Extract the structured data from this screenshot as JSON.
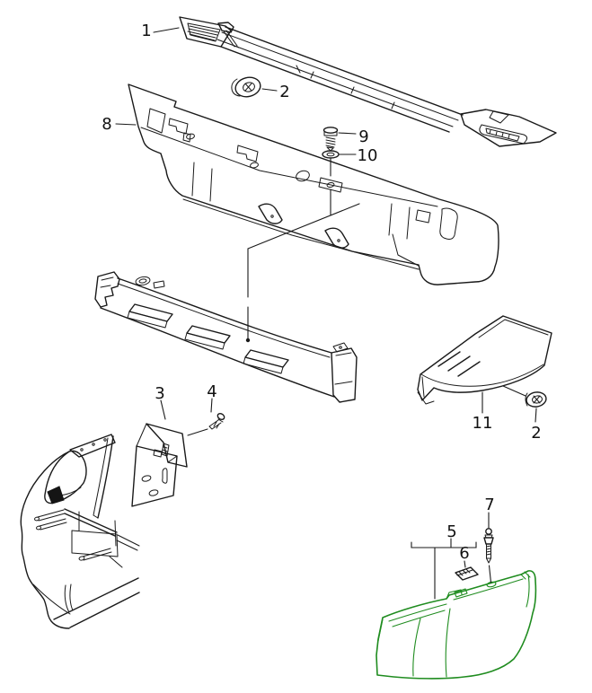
{
  "diagram": {
    "colors": {
      "background": "#ffffff",
      "line": "#1a1a1a",
      "accent_green": "#1f8c1f"
    },
    "callouts": {
      "trim_strip": "1",
      "grommet_top": "2",
      "rear_panel": "8",
      "screw": "9",
      "washer": "10",
      "side_bracket": "3",
      "bracket_screw": "4",
      "cover": "11",
      "grommet_side": "2",
      "bumper_cover": "5",
      "clip": "6",
      "stud": "7"
    }
  }
}
